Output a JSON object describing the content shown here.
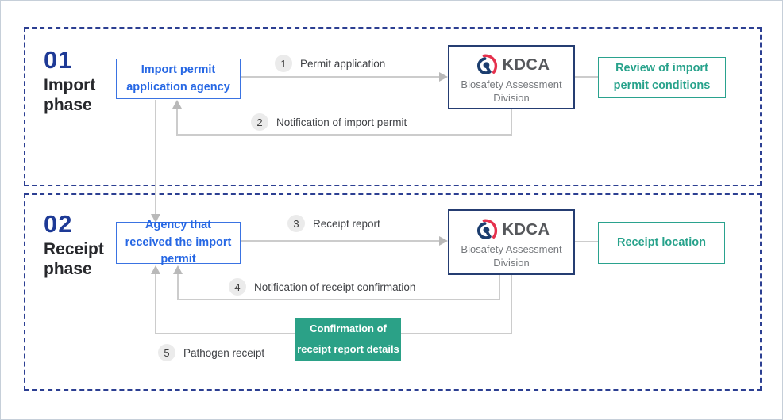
{
  "kdca": {
    "name": "KDCA",
    "division": "Biosafety Assessment Division"
  },
  "phase1": {
    "number": "01",
    "name": "Import phase",
    "agency_label": "Import permit application agency",
    "result_label": "Review of import permit conditions",
    "steps": {
      "s1": {
        "num": "1",
        "label": "Permit application"
      },
      "s2": {
        "num": "2",
        "label": "Notification of import permit"
      }
    }
  },
  "phase2": {
    "number": "02",
    "name": "Receipt phase",
    "agency_label": "Agency that received the import permit",
    "result_label": "Receipt location",
    "confirmation_label": "Confirmation of receipt report details",
    "steps": {
      "s3": {
        "num": "3",
        "label": "Receipt report"
      },
      "s4": {
        "num": "4",
        "label": "Notification of receipt confirmation"
      },
      "s5": {
        "num": "5",
        "label": "Pathogen receipt"
      }
    }
  },
  "colors": {
    "accent_blue": "#2e6be4",
    "navy_dark": "#1e3a96",
    "dashed_border": "#2c3f92",
    "teal": "#2aa28d",
    "green_fill": "#2ba187",
    "kdca_navy": "#1b3d6e",
    "kdca_red": "#e5314d",
    "line_gray": "#cccccc"
  }
}
